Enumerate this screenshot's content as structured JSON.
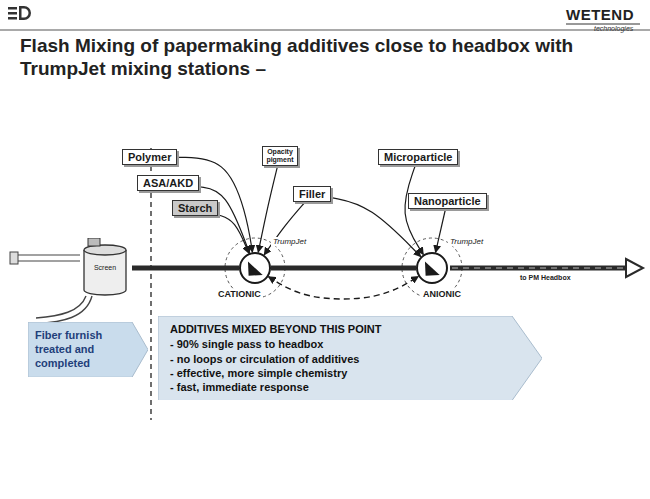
{
  "diagram": {
    "title": "Flash Mixing of papermaking additives close to headbox with TrumpJet mixing stations –",
    "nodes": [
      {
        "text": [
          "Polymer"
        ]
      },
      {
        "text": [
          "ASA/AKD"
        ]
      },
      {
        "text": [
          "Starch"
        ]
      },
      {
        "text": [
          "Opacity pigment"
        ]
      },
      {
        "text": [
          "Filler"
        ]
      },
      {
        "text": [
          "Microparticle"
        ]
      },
      {
        "text": [
          "Nanoparticle"
        ]
      },
      {
        "text": [
          "Screen"
        ]
      },
      {
        "text": [
          "TrumpJet",
          "CATIONIC"
        ]
      },
      {
        "text": [
          "TrumpJet",
          "ANIONIC"
        ]
      },
      {
        "text": [
          "Fiber furnish treated and completed"
        ]
      },
      {
        "text": [
          "ADDITIVES MIXED BEYOND THIS POINT",
          "- 90% single pass to headbox",
          "- no loops or circulation of additives",
          "- effective, more simple chemistry",
          "- fast, immediate response"
        ]
      }
    ],
    "edges": [
      {
        "from": 0,
        "to": 8,
        "arrow": "to"
      },
      {
        "from": 1,
        "to": 8,
        "arrow": "to"
      },
      {
        "from": 2,
        "to": 8,
        "arrow": "to"
      },
      {
        "from": 3,
        "to": 8,
        "arrow": "to"
      },
      {
        "from": 4,
        "to": 8,
        "arrow": "to"
      },
      {
        "from": 4,
        "to": 9,
        "arrow": "to"
      },
      {
        "from": 5,
        "to": 9,
        "arrow": "to"
      },
      {
        "from": 6,
        "to": 9,
        "arrow": "to"
      },
      {
        "from": 7,
        "to": 8,
        "arrow": "none"
      },
      {
        "from": 8,
        "to": 9,
        "arrow": "none"
      },
      {
        "from": 8,
        "to": 9,
        "arrow": "both"
      }
    ],
    "labels": [
      "WETEND",
      "technologies",
      "to PM Headbox"
    ]
  }
}
